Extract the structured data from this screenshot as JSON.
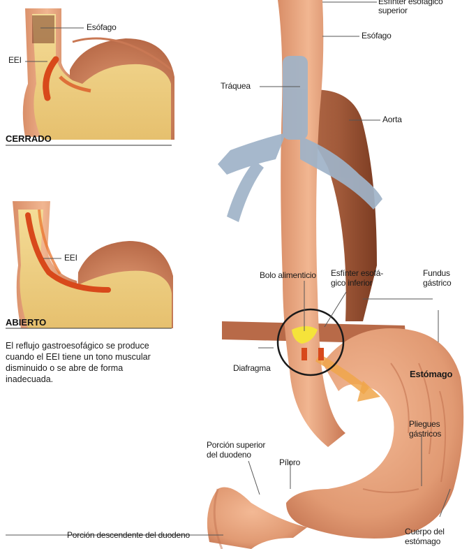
{
  "closed_panel": {
    "state": "CERRADO",
    "labels": {
      "esophagus": "Esófago",
      "les": "EEI"
    }
  },
  "open_panel": {
    "state": "ABIERTO",
    "labels": {
      "les": "EEI"
    },
    "caption": "El reflujo gastroesofágico se produce cuando el EEI tiene un tono muscular disminuido o se abre de forma inadecuada."
  },
  "main": {
    "labels": {
      "upper_sphincter_1": "Esfínter esofágico",
      "upper_sphincter_2": "superior",
      "esophagus": "Esófago",
      "trachea": "Tráquea",
      "aorta": "Aorta",
      "bolus": "Bolo alimenticio",
      "lower_sphincter_1": "Esfínter esofá-",
      "lower_sphincter_2": "gico inferior",
      "fundus_1": "Fundus",
      "fundus_2": "gástrico",
      "diaphragm": "Diafragma",
      "stomach": "Estómago",
      "duodenum_upper_1": "Porción superior",
      "duodenum_upper_2": "del duodeno",
      "pylorus": "Píloro",
      "folds_1": "Pliegues",
      "folds_2": "gástricos",
      "duodenum_desc": "Porción descendente del duodeno",
      "body_1": "Cuerpo del",
      "body_2": "estómago"
    }
  },
  "colors": {
    "tissue": "#e8a47e",
    "tissue_dark": "#c97854",
    "stomach_inner": "#f2c391",
    "food": "#efd58a",
    "acid": "#d8491b",
    "trachea": "#9fb3c8",
    "aorta": "#8e4a2c",
    "leader": "#555555"
  }
}
